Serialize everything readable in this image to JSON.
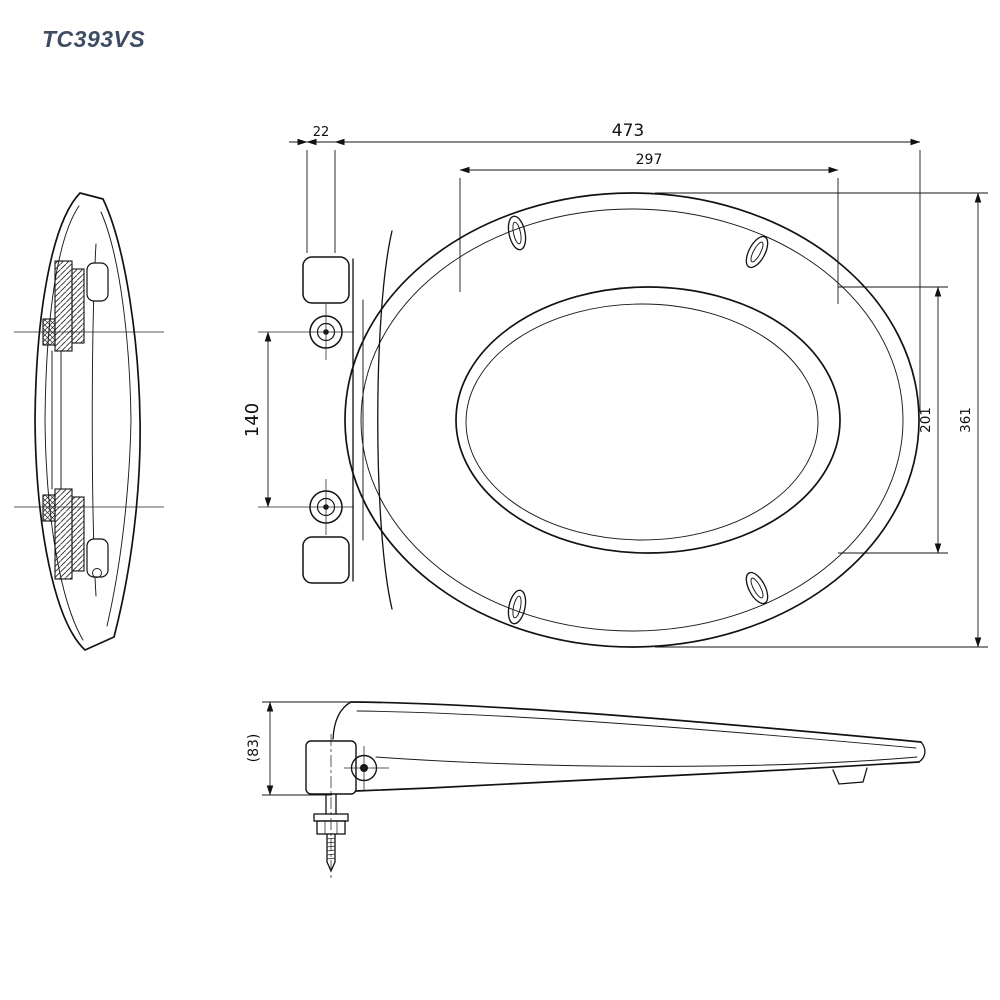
{
  "title": "TC393VS",
  "dimensions": {
    "overall_length": "473",
    "inner_length": "297",
    "hinge_offset": "22",
    "hinge_spacing": "140",
    "opening_width": "201",
    "overall_width": "361",
    "side_height": "(83)"
  },
  "colors": {
    "line": "#121212",
    "title_text": "#3e4d63",
    "background": "#ffffff"
  }
}
